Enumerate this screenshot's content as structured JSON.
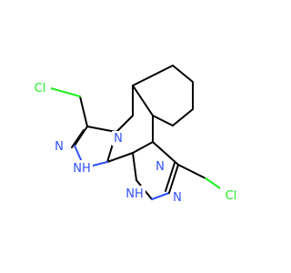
{
  "colors": {
    "bond": "#000000",
    "nitrogen": "#3050F8",
    "chlorine": "#1FF01F",
    "background": "#FFFFFF"
  },
  "atoms": {
    "cl_left": "Cl",
    "n_bridge_upper": "N",
    "n_upper_ring": "N",
    "nh_upper": "NH",
    "n_bridge_lower": "N",
    "nh_lower": "NH",
    "n_lower_ring": "N",
    "cl_right": "Cl"
  }
}
